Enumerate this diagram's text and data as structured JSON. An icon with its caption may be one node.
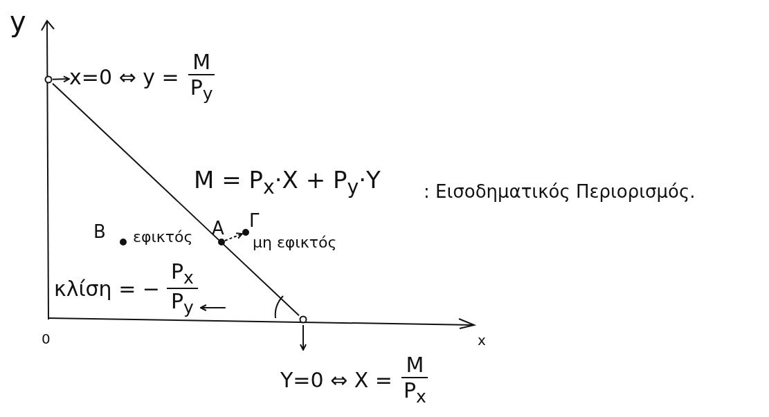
{
  "diagram": {
    "nodes": [
      {
        "text": [],
        "shape": "circle"
      },
      {
        "text": [
          "x=0 ⇔ y =",
          "M",
          "P$_{y}$"
        ]
      },
      {
        "text": [],
        "shape": "circle"
      },
      {
        "text": [
          "Y=0 ⇔ X =",
          "M",
          "P$_{x}$"
        ]
      },
      {
        "text": [],
        "shape": "dot",
        "beside": [
          "A"
        ]
      },
      {
        "text": [],
        "shape": "dot",
        "beside": [
          "Γ",
          "μη εφικτός"
        ]
      },
      {
        "text": [],
        "shape": "dot",
        "beside": [
          "B",
          "εφικτός"
        ]
      },
      {
        "text": [
          "κλίση = −",
          "P$_{x}$",
          "P$_{y}$"
        ]
      }
    ],
    "edges": [
      {
        "from": 0,
        "to": 2,
        "arrow": "none"
      },
      {
        "from": 0,
        "to": 1,
        "arrow": "to"
      },
      {
        "from": 2,
        "to": 3,
        "arrow": "to"
      },
      {
        "from": 4,
        "to": 5,
        "arrow": "to",
        "style": "dashed"
      },
      {
        "from": null,
        "to": 7,
        "arrow": "to"
      }
    ],
    "labels": [
      "y",
      "M = P$_{x}$·X + P$_{y}$·Y",
      ": Εισοδηματικός Περιορισμός.",
      "0",
      "x"
    ]
  }
}
